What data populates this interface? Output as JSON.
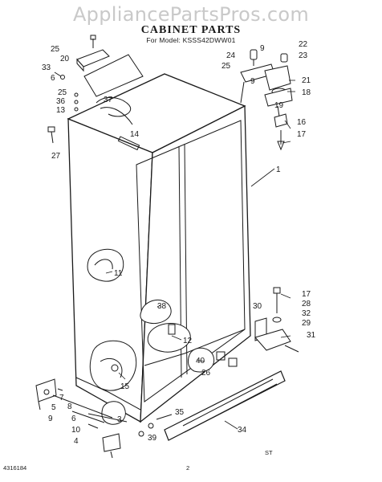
{
  "watermark": "AppliancePartsPros.com",
  "title": "CABINET PARTS",
  "model": "For Model: KSSS42DWW01",
  "footer": {
    "doc_number": "4316184",
    "page": "2",
    "mark": "ST"
  },
  "callouts": [
    "25",
    "20",
    "33",
    "6",
    "25",
    "36",
    "13",
    "37",
    "14",
    "27",
    "9",
    "22",
    "24",
    "23",
    "25",
    "9",
    "21",
    "18",
    "19",
    "16",
    "17",
    "1",
    "11",
    "38",
    "12",
    "30",
    "17",
    "28",
    "32",
    "29",
    "31",
    "40",
    "26",
    "15",
    "7",
    "8",
    "5",
    "9",
    "6",
    "3",
    "10",
    "4",
    "35",
    "39",
    "34"
  ]
}
